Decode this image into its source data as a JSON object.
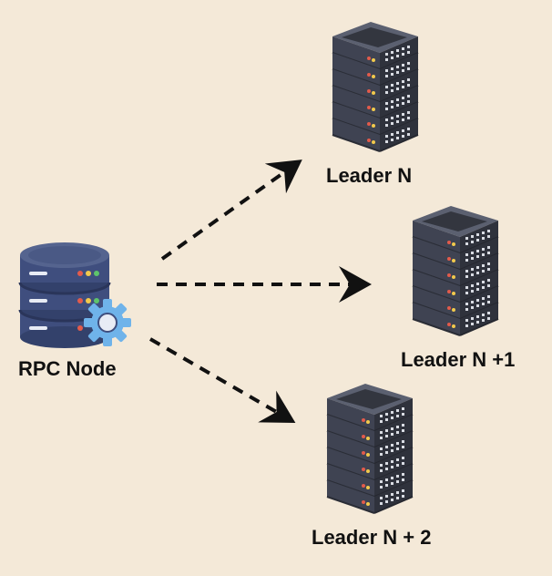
{
  "diagram": {
    "source": {
      "label": "RPC Node",
      "icon": "database-gear-icon"
    },
    "targets": [
      {
        "label": "Leader N",
        "icon": "server-rack-icon"
      },
      {
        "label": "Leader N +1",
        "icon": "server-rack-icon"
      },
      {
        "label": "Leader N + 2",
        "icon": "server-rack-icon"
      }
    ],
    "edges": [
      {
        "from": "RPC Node",
        "to": "Leader N",
        "style": "dashed-arrow"
      },
      {
        "from": "RPC Node",
        "to": "Leader N +1",
        "style": "dashed-arrow"
      },
      {
        "from": "RPC Node",
        "to": "Leader N + 2",
        "style": "dashed-arrow"
      }
    ]
  },
  "colors": {
    "background": "#f4e9d8",
    "server_dark": "#3b3f4c",
    "server_mid": "#4a4f5e",
    "server_top": "#5b6070",
    "db_blue": "#3f4e7e",
    "gear_blue": "#6fb3ea",
    "arrow": "#111111"
  }
}
